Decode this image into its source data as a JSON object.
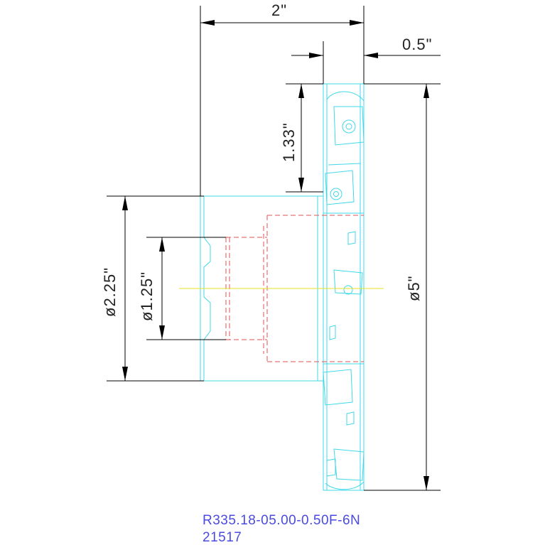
{
  "dimensions": {
    "length": "2\"",
    "thickness": "0.5\"",
    "offset": "1.33\"",
    "hub_dia": "ø2.25\"",
    "bore_dia": "ø1.25\"",
    "cutter_dia": "ø5\""
  },
  "label": {
    "part_number": "R335.18-05.00-0.50F-6N",
    "code": "21517"
  },
  "colors": {
    "geometry": "#3fd8e8",
    "hidden": "#e05050",
    "centerline": "#e8e020",
    "dimension": "#000000",
    "label": "#4a4ae0"
  }
}
